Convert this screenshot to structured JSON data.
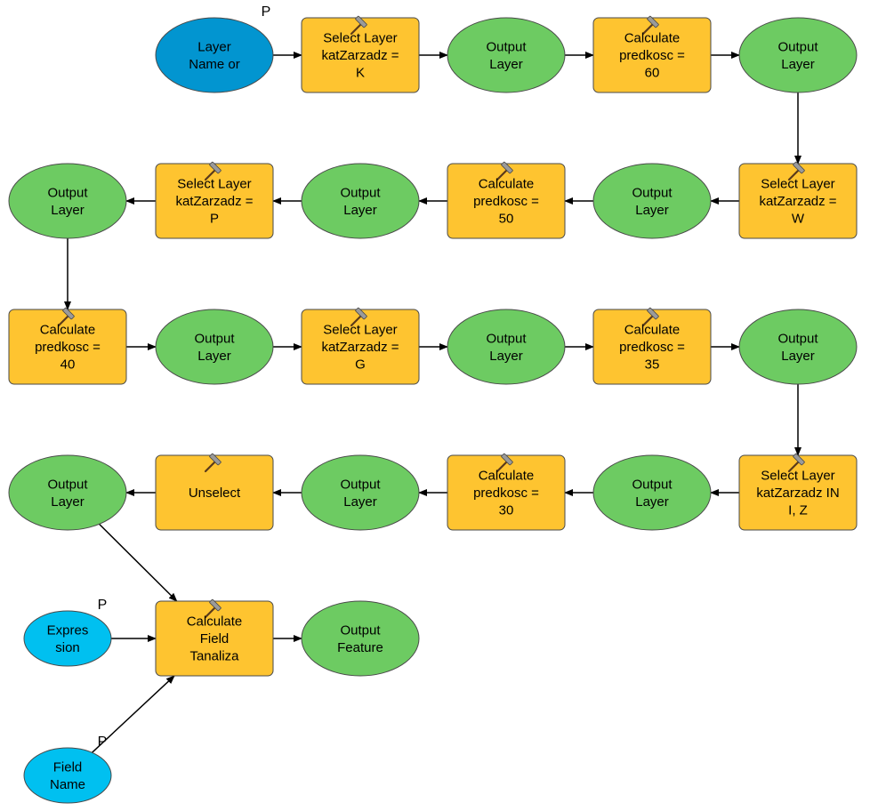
{
  "colors": {
    "tool": "#fec430",
    "output": "#6dcb62",
    "input_dark": "#0295d0",
    "input_light": "#00c0f0",
    "stroke": "#4a4a4a",
    "edge": "#000000"
  },
  "icons": {
    "tool": "hammer-icon"
  },
  "parameter_marker": "P",
  "nodes": [
    {
      "id": "layer-name",
      "kind": "input_dark",
      "lines": [
        "Layer",
        "Name or"
      ],
      "param": true
    },
    {
      "id": "select-k",
      "kind": "tool",
      "lines": [
        "Select Layer",
        "katZarzadz =",
        "K"
      ]
    },
    {
      "id": "out-1",
      "kind": "output",
      "lines": [
        "Output",
        "Layer"
      ]
    },
    {
      "id": "calc-60",
      "kind": "tool",
      "lines": [
        "Calculate",
        "predkosc =",
        "60"
      ]
    },
    {
      "id": "out-2",
      "kind": "output",
      "lines": [
        "Output",
        "Layer"
      ]
    },
    {
      "id": "select-w",
      "kind": "tool",
      "lines": [
        "Select Layer",
        "katZarzadz =",
        "W"
      ]
    },
    {
      "id": "out-3",
      "kind": "output",
      "lines": [
        "Output",
        "Layer"
      ]
    },
    {
      "id": "calc-50",
      "kind": "tool",
      "lines": [
        "Calculate",
        "predkosc =",
        "50"
      ]
    },
    {
      "id": "out-4",
      "kind": "output",
      "lines": [
        "Output",
        "Layer"
      ]
    },
    {
      "id": "select-p",
      "kind": "tool",
      "lines": [
        "Select Layer",
        "katZarzadz =",
        "P"
      ]
    },
    {
      "id": "out-5",
      "kind": "output",
      "lines": [
        "Output",
        "Layer"
      ]
    },
    {
      "id": "calc-40",
      "kind": "tool",
      "lines": [
        "Calculate",
        "predkosc =",
        "40"
      ]
    },
    {
      "id": "out-6",
      "kind": "output",
      "lines": [
        "Output",
        "Layer"
      ]
    },
    {
      "id": "select-g",
      "kind": "tool",
      "lines": [
        "Select Layer",
        "katZarzadz =",
        "G"
      ]
    },
    {
      "id": "out-7",
      "kind": "output",
      "lines": [
        "Output",
        "Layer"
      ]
    },
    {
      "id": "calc-35",
      "kind": "tool",
      "lines": [
        "Calculate",
        "predkosc =",
        "35"
      ]
    },
    {
      "id": "out-8",
      "kind": "output",
      "lines": [
        "Output",
        "Layer"
      ]
    },
    {
      "id": "select-iz",
      "kind": "tool",
      "lines": [
        "Select Layer",
        "katZarzadz IN",
        "I, Z"
      ]
    },
    {
      "id": "out-9",
      "kind": "output",
      "lines": [
        "Output",
        "Layer"
      ]
    },
    {
      "id": "calc-30",
      "kind": "tool",
      "lines": [
        "Calculate",
        "predkosc =",
        "30"
      ]
    },
    {
      "id": "out-10",
      "kind": "output",
      "lines": [
        "Output",
        "Layer"
      ]
    },
    {
      "id": "unselect",
      "kind": "tool",
      "lines": [
        "Unselect"
      ]
    },
    {
      "id": "out-11",
      "kind": "output",
      "lines": [
        "Output",
        "Layer"
      ]
    },
    {
      "id": "expression",
      "kind": "input_light",
      "lines": [
        "Expres",
        "sion"
      ],
      "param": true
    },
    {
      "id": "calc-field",
      "kind": "tool",
      "lines": [
        "Calculate",
        "Field",
        "Tanaliza"
      ]
    },
    {
      "id": "out-feature",
      "kind": "output",
      "lines": [
        "Output",
        "Feature"
      ]
    },
    {
      "id": "field-name",
      "kind": "input_light",
      "lines": [
        "Field",
        "Name"
      ],
      "param": true
    }
  ],
  "edges": [
    [
      "layer-name",
      "select-k"
    ],
    [
      "select-k",
      "out-1"
    ],
    [
      "out-1",
      "calc-60"
    ],
    [
      "calc-60",
      "out-2"
    ],
    [
      "out-2",
      "select-w"
    ],
    [
      "select-w",
      "out-3"
    ],
    [
      "out-3",
      "calc-50"
    ],
    [
      "calc-50",
      "out-4"
    ],
    [
      "out-4",
      "select-p"
    ],
    [
      "select-p",
      "out-5"
    ],
    [
      "out-5",
      "calc-40"
    ],
    [
      "calc-40",
      "out-6"
    ],
    [
      "out-6",
      "select-g"
    ],
    [
      "select-g",
      "out-7"
    ],
    [
      "out-7",
      "calc-35"
    ],
    [
      "calc-35",
      "out-8"
    ],
    [
      "out-8",
      "select-iz"
    ],
    [
      "select-iz",
      "out-9"
    ],
    [
      "out-9",
      "calc-30"
    ],
    [
      "calc-30",
      "out-10"
    ],
    [
      "out-10",
      "unselect"
    ],
    [
      "unselect",
      "out-11"
    ],
    [
      "out-11",
      "calc-field"
    ],
    [
      "expression",
      "calc-field"
    ],
    [
      "field-name",
      "calc-field"
    ],
    [
      "calc-field",
      "out-feature"
    ]
  ]
}
